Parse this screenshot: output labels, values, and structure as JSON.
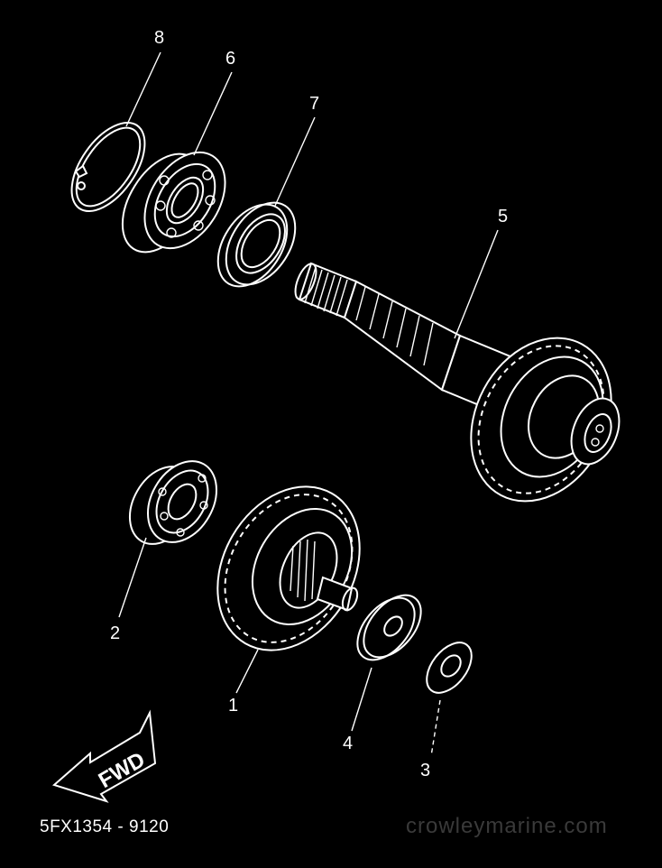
{
  "parts": [
    {
      "number": "1",
      "name_hidden": false
    },
    {
      "number": "2"
    },
    {
      "number": "3"
    },
    {
      "number": "4"
    },
    {
      "number": "5"
    },
    {
      "number": "6"
    },
    {
      "number": "7"
    },
    {
      "number": "8"
    }
  ],
  "direction_arrow": {
    "text": "FWD"
  },
  "part_code": "5FX1354 - 9120",
  "watermark": "crowleymarine.com",
  "colors": {
    "background": "#000000",
    "line": "#ffffff"
  }
}
